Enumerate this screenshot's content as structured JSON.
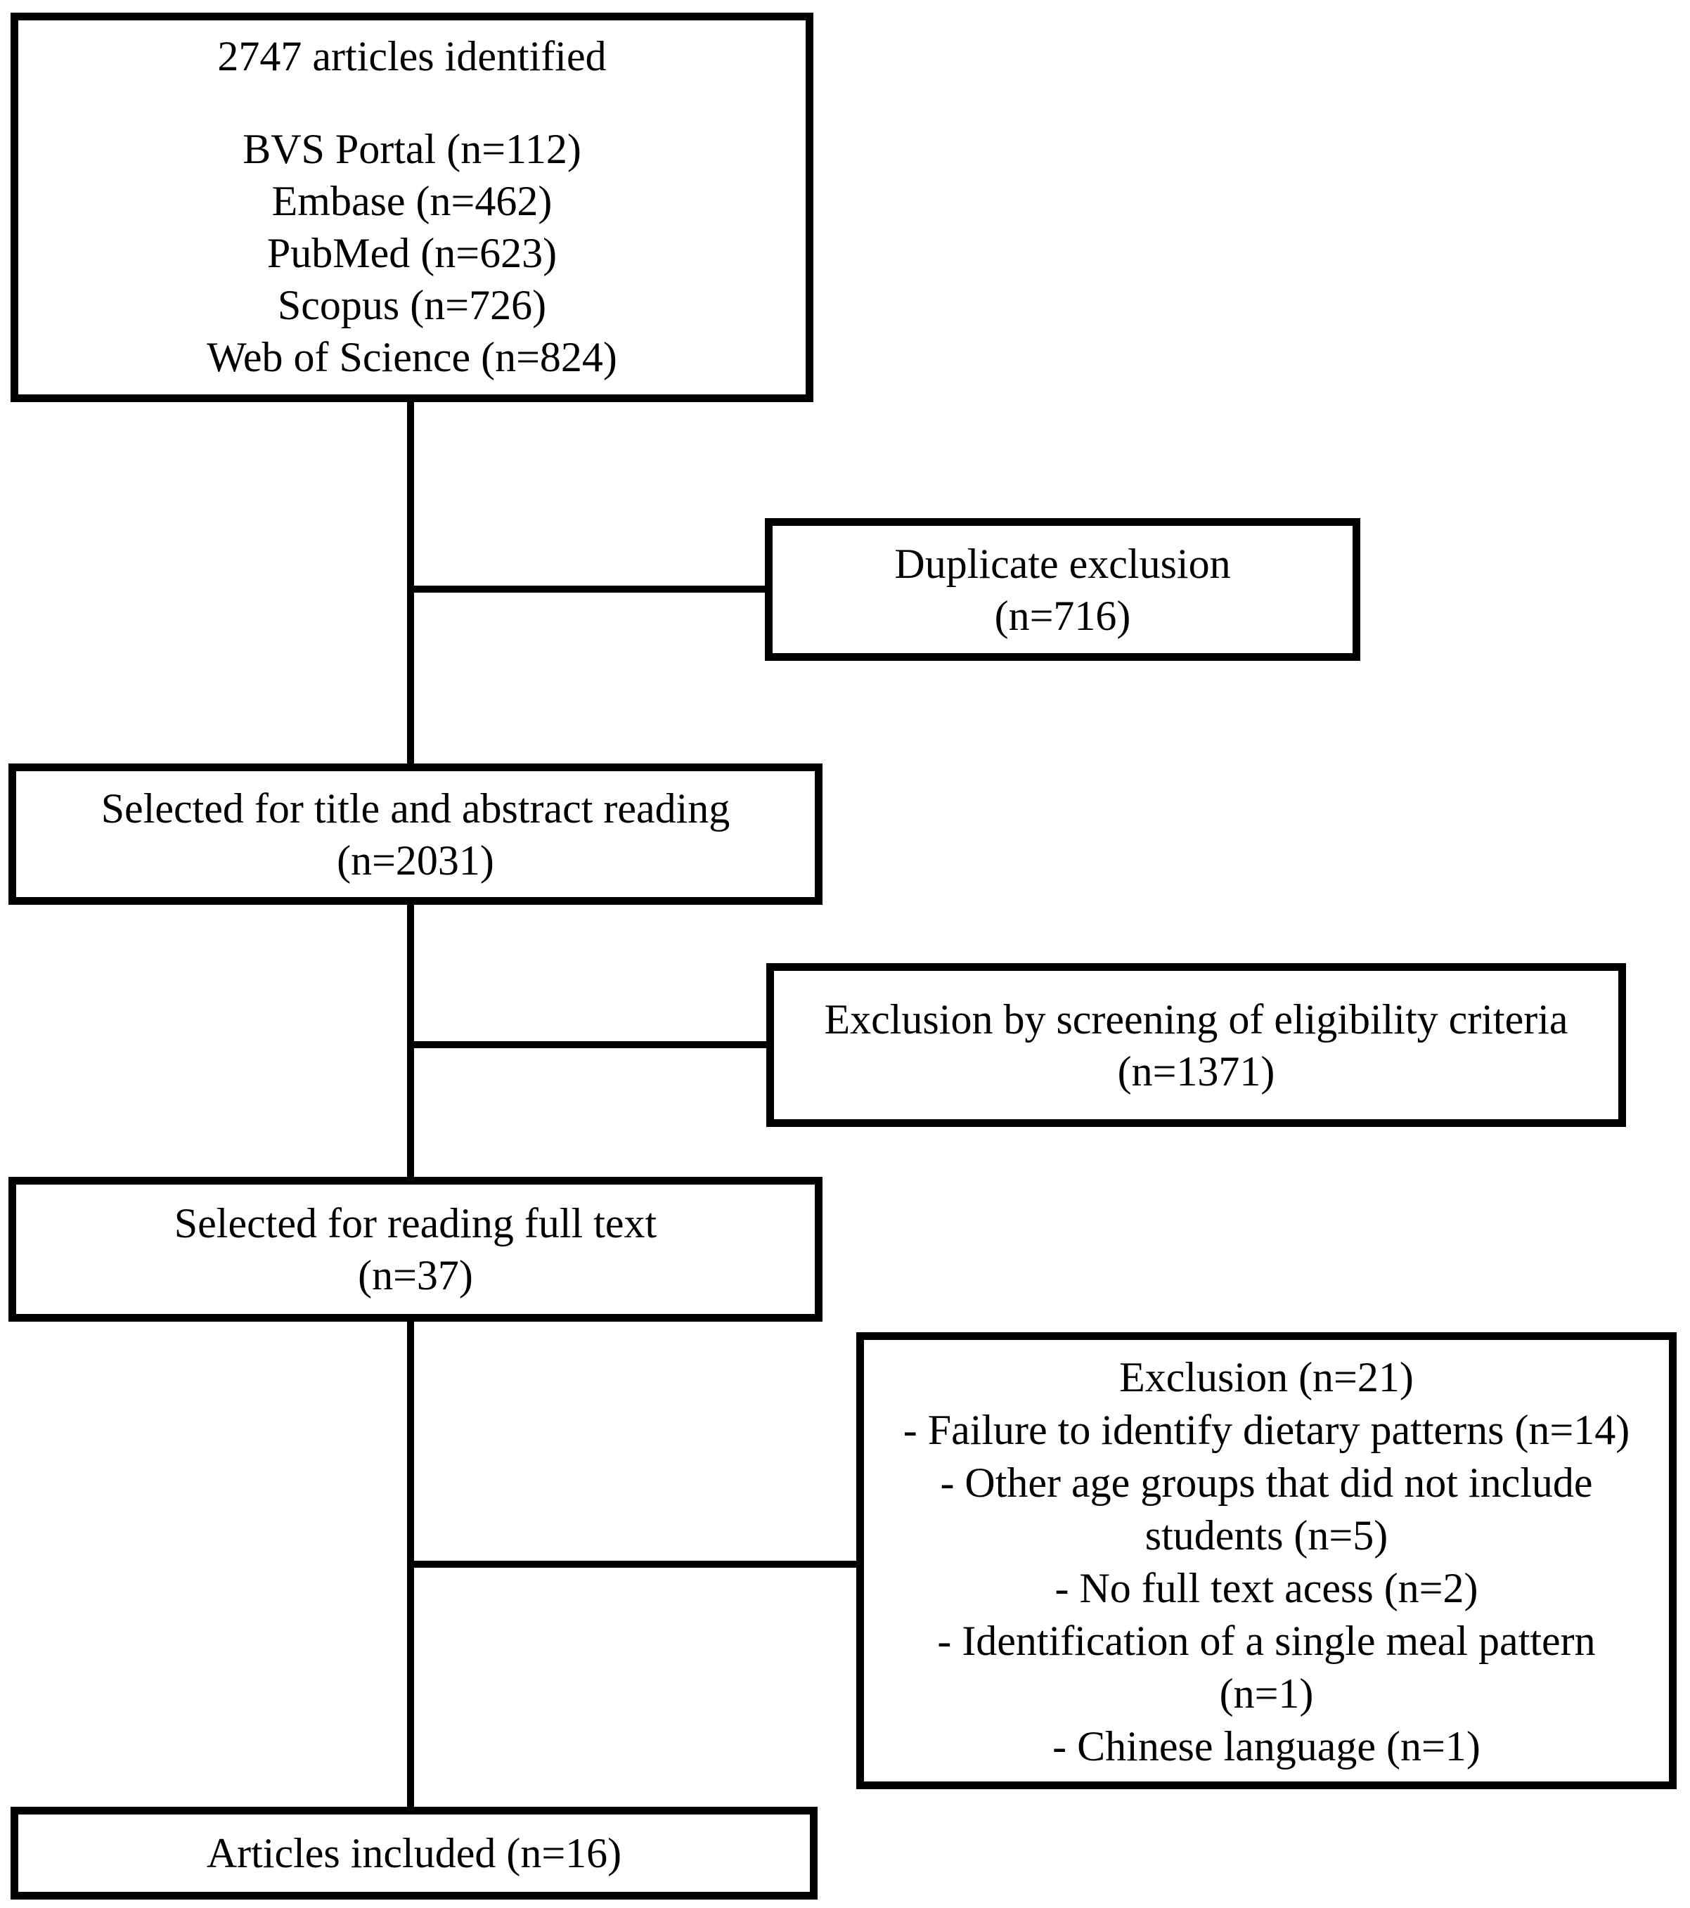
{
  "diagram": {
    "type": "prisma-flowchart",
    "colors": {
      "background": "#ffffff",
      "border": "#000000",
      "text": "#000000"
    },
    "identified": {
      "title": "2747 articles identified",
      "sources": [
        "BVS Portal (n=112)",
        "Embase (n=462)",
        "PubMed (n=623)",
        "Scopus (n=726)",
        "Web of Science (n=824)"
      ]
    },
    "duplicate_exclusion": {
      "line1": "Duplicate exclusion",
      "line2": "(n=716)"
    },
    "title_abstract": {
      "line1": "Selected for title and abstract reading",
      "line2": "(n=2031)"
    },
    "eligibility_exclusion": {
      "line1": "Exclusion by screening of eligibility criteria",
      "line2": "(n=1371)"
    },
    "full_text": {
      "line1": "Selected for reading full text",
      "line2": "(n=37)"
    },
    "full_text_exclusion": {
      "lines": [
        "Exclusion (n=21)",
        "- Failure to identify dietary patterns (n=14)",
        "- Other age groups that did not include",
        "students (n=5)",
        "- No full text acess (n=2)",
        "- Identification of a single meal pattern",
        "(n=1)",
        "- Chinese language (n=1)"
      ]
    },
    "included": {
      "label": "Articles included (n=16)"
    }
  }
}
